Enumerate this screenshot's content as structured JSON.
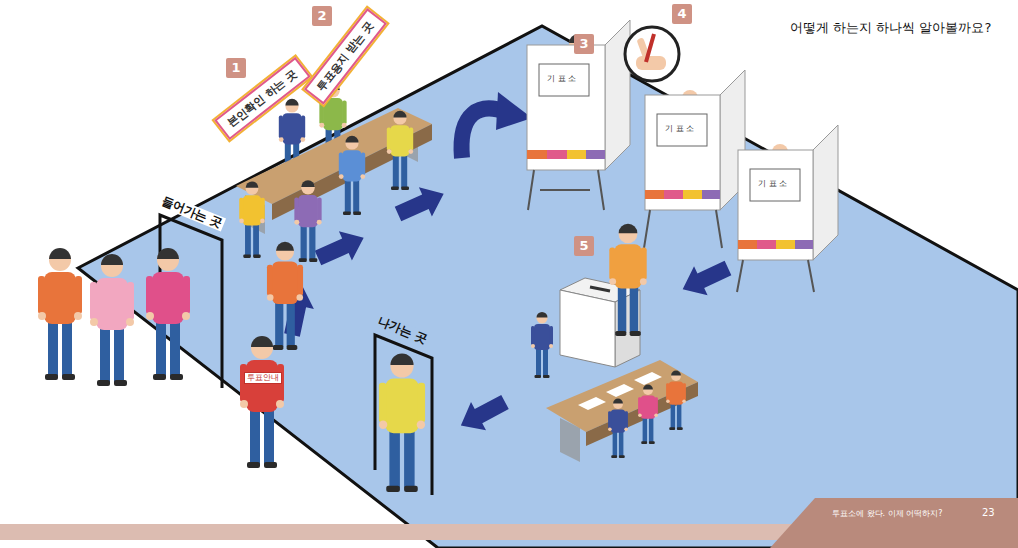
{
  "diagram": {
    "title": "어떻게 하는지 하나씩 알아볼까요?",
    "nodes": [
      {
        "text": [
          "본인확인 하는 곳"
        ]
      },
      {
        "text": [
          "투표용지 받는 곳"
        ]
      }
    ],
    "labels": [
      "1",
      "2",
      "3",
      "4",
      "5",
      "들어가는 곳",
      "나가는 곳",
      "기 표 소",
      "기 표 소",
      "기 표 소",
      "투표안내",
      "투표소에 왔다. 이제 어떡하지?",
      "23"
    ]
  }
}
